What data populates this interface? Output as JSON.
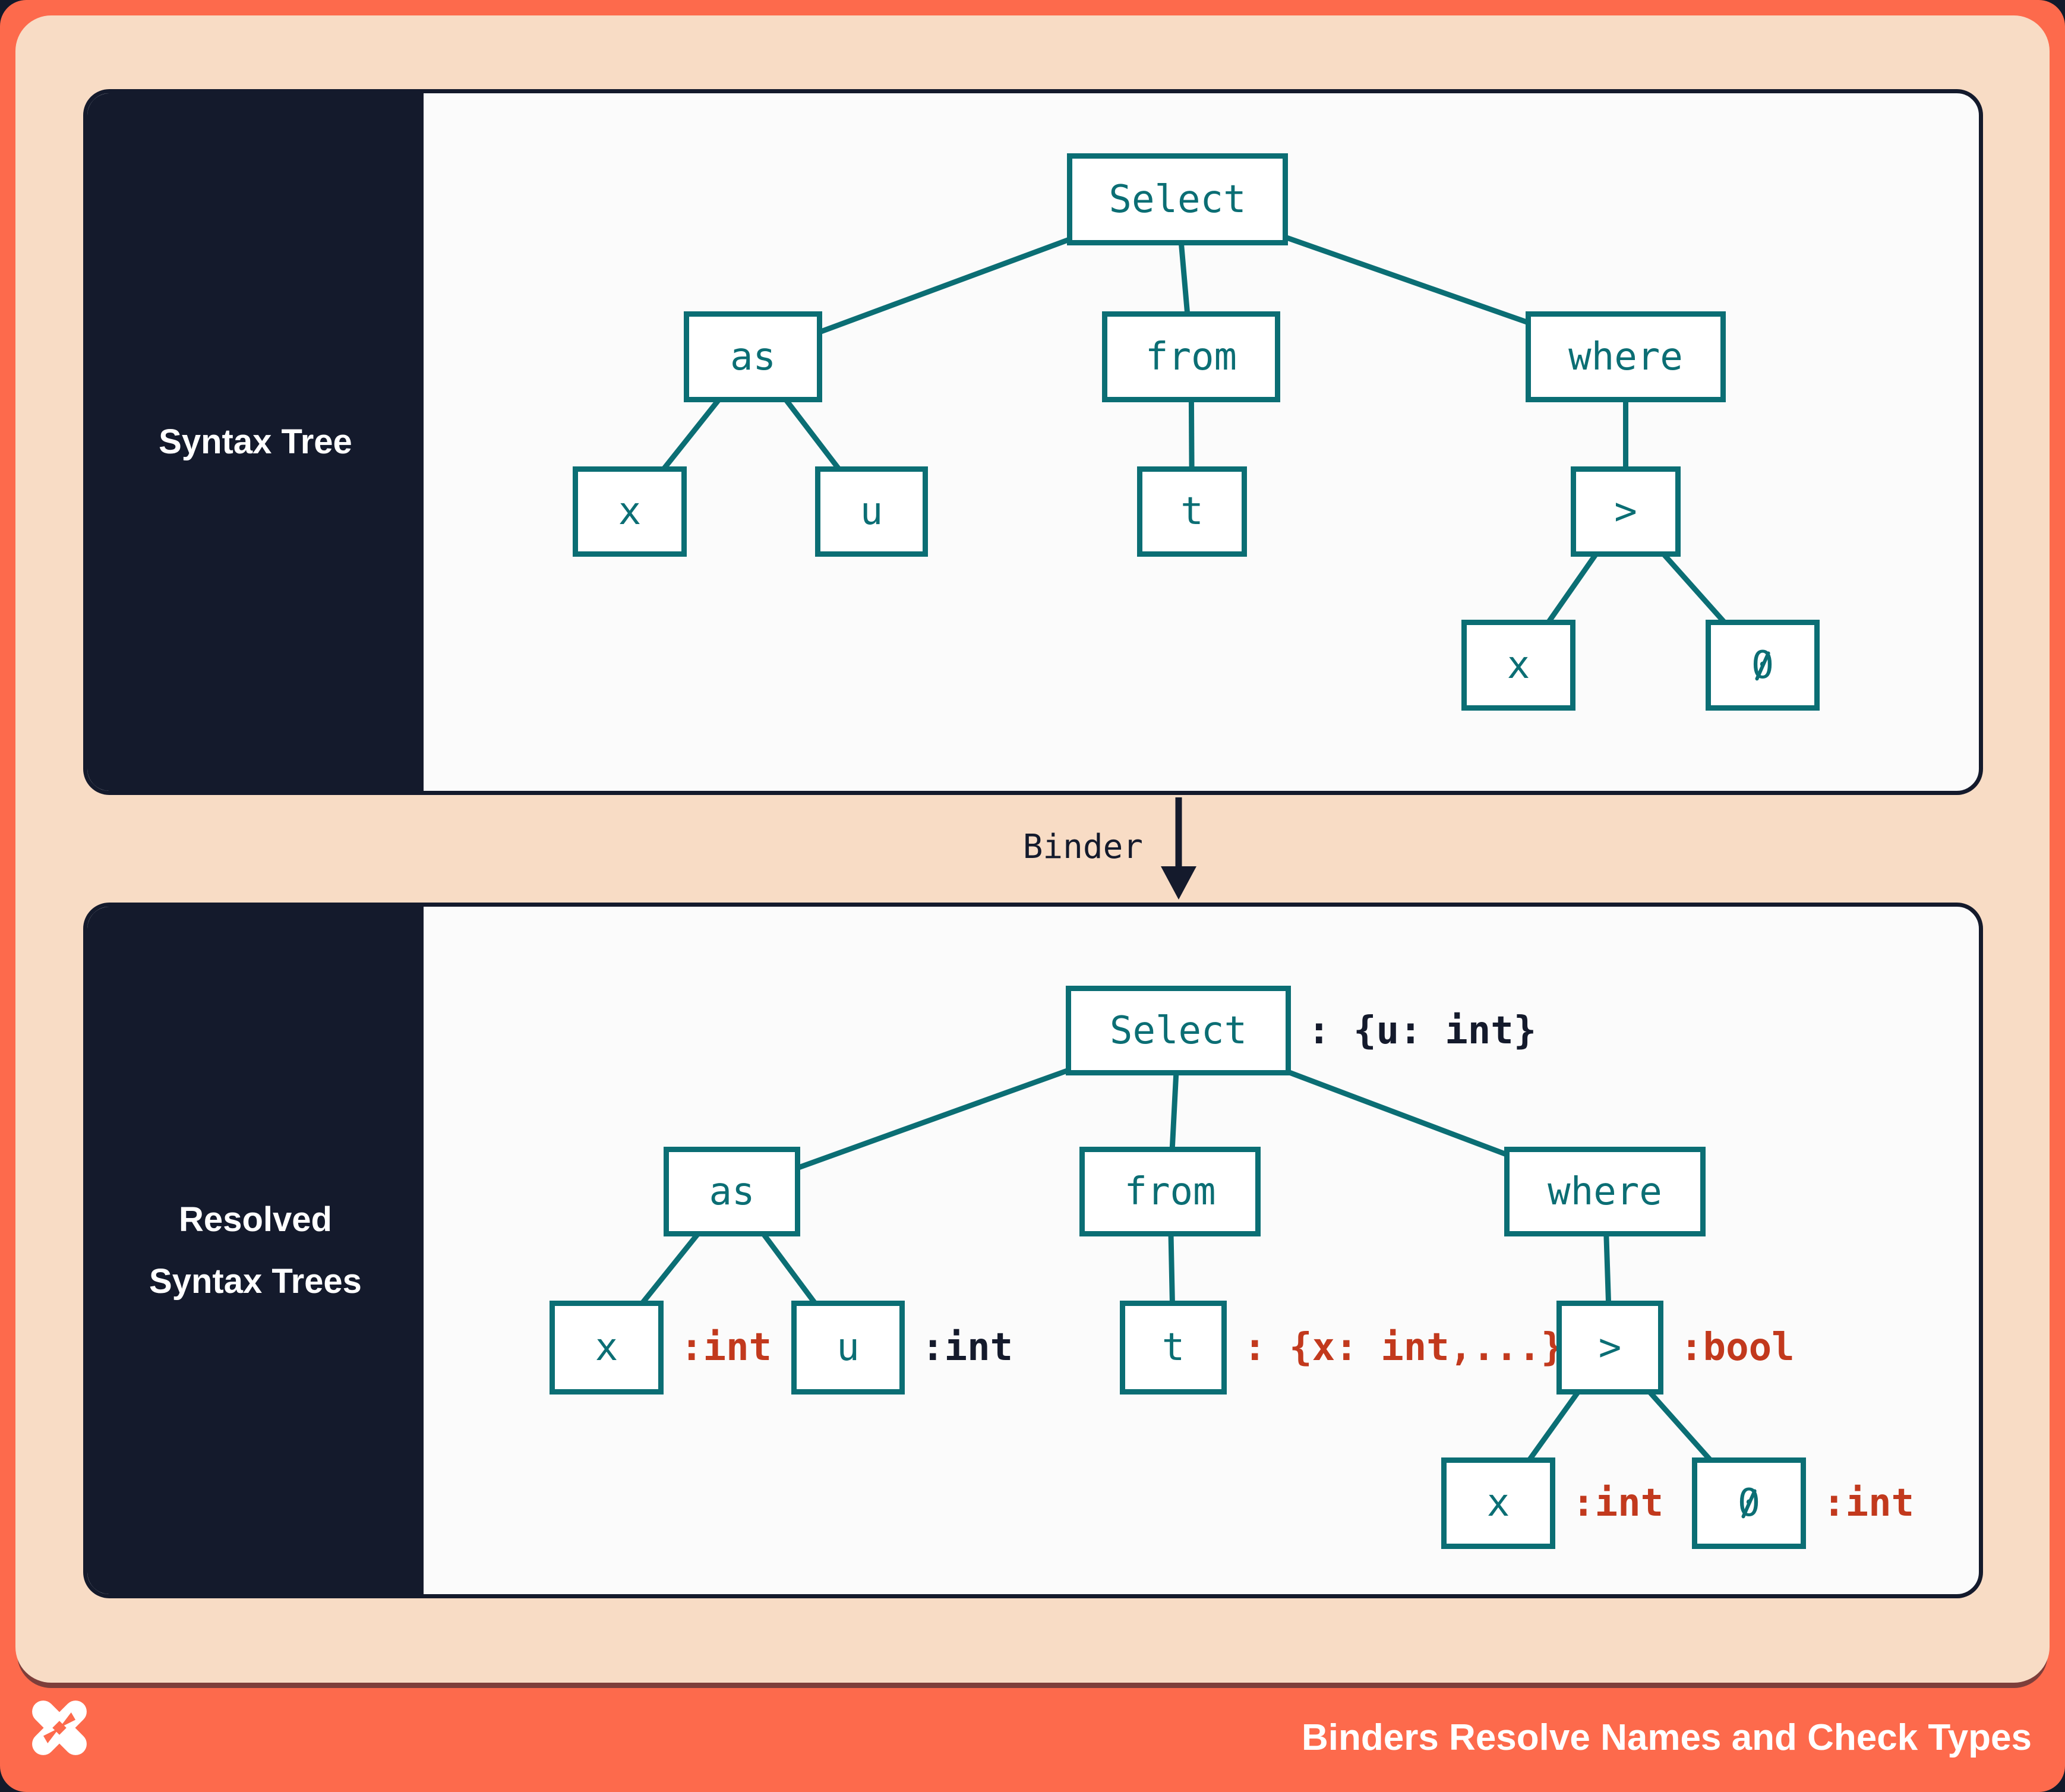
{
  "colors": {
    "coral": "#FD6A4C",
    "peach": "#F8DCC5",
    "navy": "#141A2C",
    "teal": "#0B6E74",
    "red": "#C2391D",
    "panel_bg": "#FBFBFB"
  },
  "panel_syntax": {
    "label": "Syntax Tree"
  },
  "panel_resolved": {
    "label_lines": [
      "Resolved",
      "Syntax Trees"
    ]
  },
  "binder": {
    "label": "Binder"
  },
  "footer": {
    "logo_icon": "dolt-x-logo",
    "title": "Binders Resolve Names and Check Types"
  },
  "syntax_tree": {
    "nodes": [
      {
        "id": "select",
        "label": "Select",
        "parent": null
      },
      {
        "id": "as",
        "label": "as",
        "parent": "select"
      },
      {
        "id": "from",
        "label": "from",
        "parent": "select"
      },
      {
        "id": "where",
        "label": "where",
        "parent": "select"
      },
      {
        "id": "x1",
        "label": "x",
        "parent": "as"
      },
      {
        "id": "u",
        "label": "u",
        "parent": "as"
      },
      {
        "id": "t",
        "label": "t",
        "parent": "from"
      },
      {
        "id": "gt",
        "label": ">",
        "parent": "where"
      },
      {
        "id": "x2",
        "label": "x",
        "parent": "gt"
      },
      {
        "id": "zero",
        "label": "0",
        "parent": "gt"
      }
    ]
  },
  "resolved_tree": {
    "nodes": [
      {
        "id": "select2",
        "label": "Select",
        "parent": null,
        "annotation": ": {u: int}",
        "annotation_style": "navy"
      },
      {
        "id": "as2",
        "label": "as",
        "parent": "select2"
      },
      {
        "id": "from2",
        "label": "from",
        "parent": "select2"
      },
      {
        "id": "where2",
        "label": "where",
        "parent": "select2"
      },
      {
        "id": "x3",
        "label": "x",
        "parent": "as2",
        "annotation": ":int",
        "annotation_style": "red"
      },
      {
        "id": "u2",
        "label": "u",
        "parent": "as2",
        "annotation": ":int",
        "annotation_style": "navy"
      },
      {
        "id": "t2",
        "label": "t",
        "parent": "from2",
        "annotation": ": {x: int,...}",
        "annotation_style": "red"
      },
      {
        "id": "gt2",
        "label": ">",
        "parent": "where2",
        "annotation": ":bool",
        "annotation_style": "red"
      },
      {
        "id": "x4",
        "label": "x",
        "parent": "gt2",
        "annotation": ":int",
        "annotation_style": "red"
      },
      {
        "id": "zero2",
        "label": "0",
        "parent": "gt2",
        "annotation": ":int",
        "annotation_style": "red"
      }
    ]
  }
}
